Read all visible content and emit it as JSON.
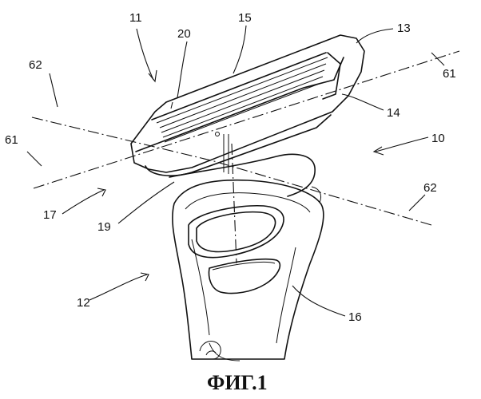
{
  "labels": {
    "r10": "10",
    "r11": "11",
    "r12": "12",
    "r13": "13",
    "r14": "14",
    "r15": "15",
    "r16": "16",
    "r17": "17",
    "r19": "19",
    "r20": "20",
    "r61a": "61",
    "r61b": "61",
    "r62a": "62",
    "r62b": "62"
  },
  "caption": "ФИГ.1"
}
